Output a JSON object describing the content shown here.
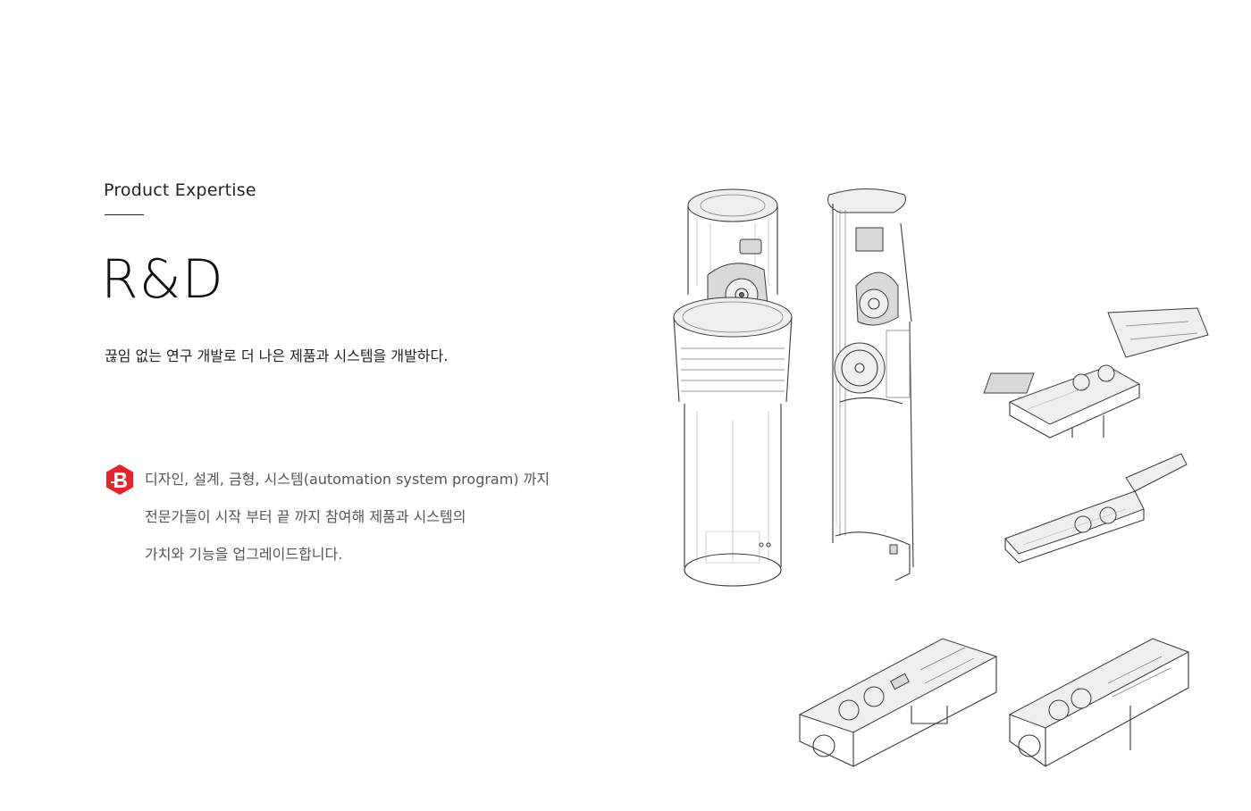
{
  "section": {
    "eyebrow": "Product Expertise",
    "title": "R&D",
    "tagline": "끊임 없는 연구 개발로 더 나은 제품과 시스템을 개발하다."
  },
  "description": {
    "lines": [
      "디자인, 설계, 금형, 시스템(automation system program) 까지",
      "전문가들이 시작 부터 끝 까지 참여해 제품과 시스템의",
      "가치와 기능을 업그레이드합니다."
    ]
  },
  "brand": {
    "icon": "brand-b-logo-icon",
    "color": "#e4262c"
  }
}
